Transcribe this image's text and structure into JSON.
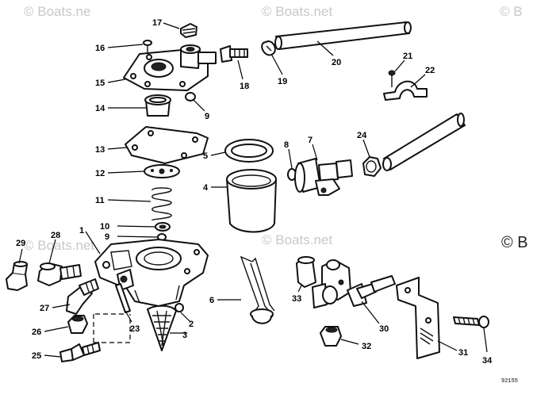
{
  "watermarks": {
    "top_left": "© Boats.ne",
    "top_center": "© Boats.net",
    "top_right": "© B",
    "middle_left": "© Boats.net",
    "middle_center": "© Boats.net",
    "right_edge": "© B"
  },
  "figure_code": "92155",
  "callouts": {
    "c1": "1",
    "c2": "2",
    "c3": "3",
    "c4": "4",
    "c5": "5",
    "c6": "6",
    "c7": "7",
    "c8": "8",
    "c9a": "9",
    "c9b": "9",
    "c10": "10",
    "c11": "11",
    "c12": "12",
    "c13": "13",
    "c14": "14",
    "c15": "15",
    "c16": "16",
    "c17": "17",
    "c18": "18",
    "c19": "19",
    "c20": "20",
    "c21": "21",
    "c22": "22",
    "c23": "23",
    "c24": "24",
    "c25": "25",
    "c26": "26",
    "c27": "27",
    "c28": "28",
    "c29": "29",
    "c30": "30",
    "c31": "31",
    "c32": "32",
    "c33": "33",
    "c34": "34"
  }
}
